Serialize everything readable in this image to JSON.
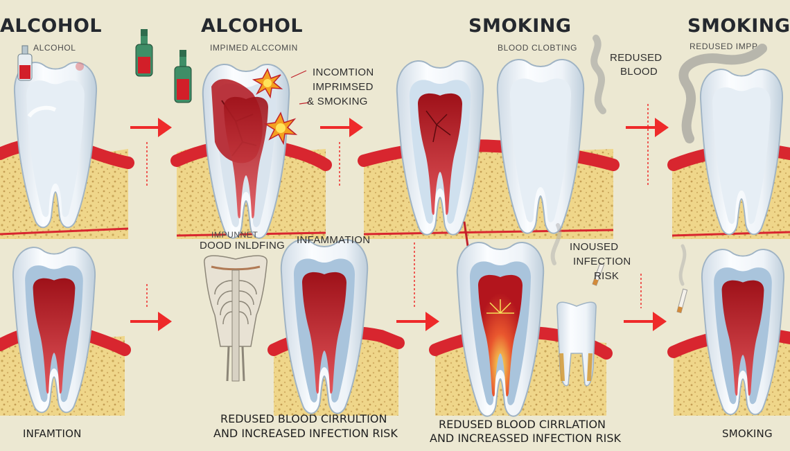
{
  "top_row": {
    "alcohol_1": {
      "title": "ALCOHOL",
      "subtitle": "ALCOHOL"
    },
    "alcohol_2": {
      "title": "ALCOHOL",
      "subtitle": "IMPIMED ALCCOMIN"
    },
    "labels_mid": [
      "INCOMTION",
      "IMPRIMSED",
      "& SMOKING"
    ],
    "smoking_1": {
      "title": "SMOKING",
      "subtitle": "BLOOD CLOBTING"
    },
    "reduced_blood": [
      "REDUSED",
      "BLOOD"
    ],
    "smoking_2": {
      "title": "SMOKING",
      "subtitle": "REDUSED IMPP"
    }
  },
  "bottom_row": {
    "impaired_blood": [
      "IMPUNNET",
      "DOOD INLDFING"
    ],
    "inflammation_top": "INFAMMATION",
    "increased_infection": [
      "INOUSED",
      "INFECTION",
      "RISK"
    ],
    "caption_left": "INFAMTION",
    "caption_mid_a": [
      "REDUSED BLOOD CIRRULTION",
      "AND INCREASED INFECTION RISK"
    ],
    "caption_mid_b": [
      "REDUSED BLOOD CIRRLATION",
      "AND INCREASSED INFECTION RISK"
    ],
    "caption_right": "SMOKING"
  },
  "colors": {
    "background": "#ece8d2",
    "gum": "#d8262f",
    "bone": "#efd68a",
    "enamel": "#f4f8fb",
    "pulp": "#c0202a",
    "arrow": "#ee2a2a"
  },
  "icons": [
    "bottle-icon",
    "starburst-icon",
    "smoke-icon",
    "cigarette-icon",
    "arrow-icon",
    "skeleton-icon"
  ]
}
